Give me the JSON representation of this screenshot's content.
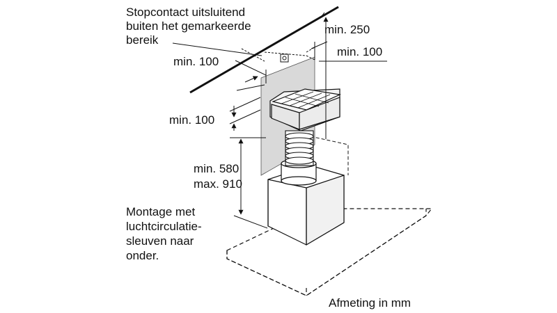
{
  "labels": {
    "outlet_line1": "Stopcontact uitsluitend",
    "outlet_line2": "buiten het gemarkeerde",
    "outlet_line3": "bereik",
    "dim_top_right": "min. 250",
    "dim_right": "min. 100",
    "dim_left_top": "min. 100",
    "dim_left_mid": "min. 100",
    "dim_height_min": "min. 580",
    "dim_height_max": "max. 910",
    "mount_line1": "Montage met",
    "mount_line2": "luchtcirculatie-",
    "mount_line3": "sleuven naar",
    "mount_line4": "onder.",
    "units": "Afmeting in mm"
  },
  "colors": {
    "line": "#111111",
    "zone": "#d9d9d9",
    "background": "#ffffff"
  }
}
